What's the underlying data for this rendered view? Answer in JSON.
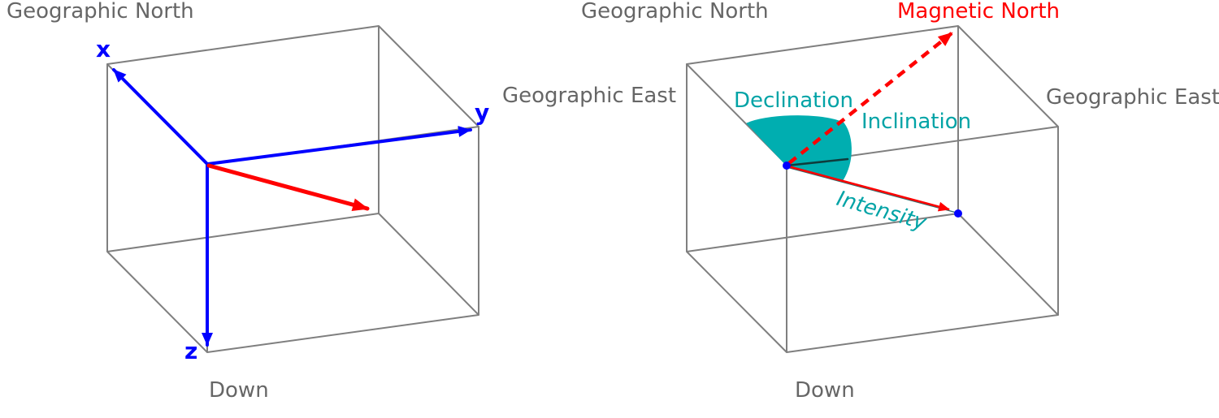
{
  "figure": {
    "description": "Two 3D wireframe-box diagrams of the geomagnetic reference frame",
    "colors": {
      "frame_gray": "#7f7f7f",
      "label_gray": "#666666",
      "axis_blue": "#0000ff",
      "vector_red": "#ff0000",
      "angle_teal": "#00aeb0",
      "angle_edge_dark": "#0e3c3c",
      "marker_blue": "#0000ff"
    }
  },
  "left_panel": {
    "title_north": "Geographic North",
    "title_east": "Geographic East",
    "title_down": "Down",
    "axis_x": "x",
    "axis_y": "y",
    "axis_z": "z"
  },
  "right_panel": {
    "title_north": "Geographic North",
    "title_east": "Geographic East",
    "title_down": "Down",
    "magnetic_north": "Magnetic North",
    "declination": "Declination",
    "inclination": "Inclination",
    "intensity": "Intensity"
  }
}
